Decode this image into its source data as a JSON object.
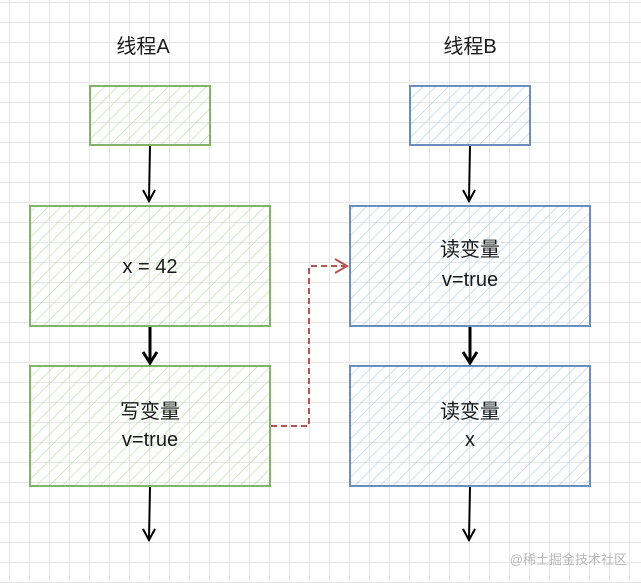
{
  "threads": [
    {
      "title": "线程A",
      "color": "#82b366",
      "boxes": [
        {
          "lines": []
        },
        {
          "lines": [
            "x = 42"
          ]
        },
        {
          "lines": [
            "写变量",
            "v=true"
          ]
        }
      ]
    },
    {
      "title": "线程B",
      "color": "#6c8ebf",
      "boxes": [
        {
          "lines": []
        },
        {
          "lines": [
            "读变量",
            "v=true"
          ]
        },
        {
          "lines": [
            "读变量",
            "x"
          ]
        }
      ]
    }
  ],
  "sync_arrow": {
    "color": "#b85450",
    "style": "dashed"
  },
  "watermark": "@稀土掘金技术社区"
}
